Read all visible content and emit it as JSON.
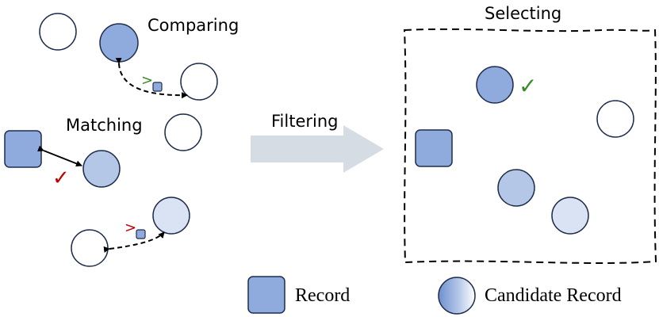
{
  "labels": {
    "comparing": "Comparing",
    "matching": "Matching",
    "filtering": "Filtering",
    "selecting": "Selecting"
  },
  "marks": {
    "greater_than": ">",
    "check": "✓"
  },
  "legend": {
    "record": "Record",
    "candidate_record": "Candidate Record"
  },
  "colors": {
    "record_fill": "#8faadc",
    "candidate_dark": "#8faadc",
    "candidate_medium": "#b4c7e7",
    "candidate_light": "#dae3f3",
    "outline": "#1f2d4d",
    "arrow_fill": "#d6dce4",
    "check_red": "#c00000",
    "check_green": "#3a8a2a"
  }
}
